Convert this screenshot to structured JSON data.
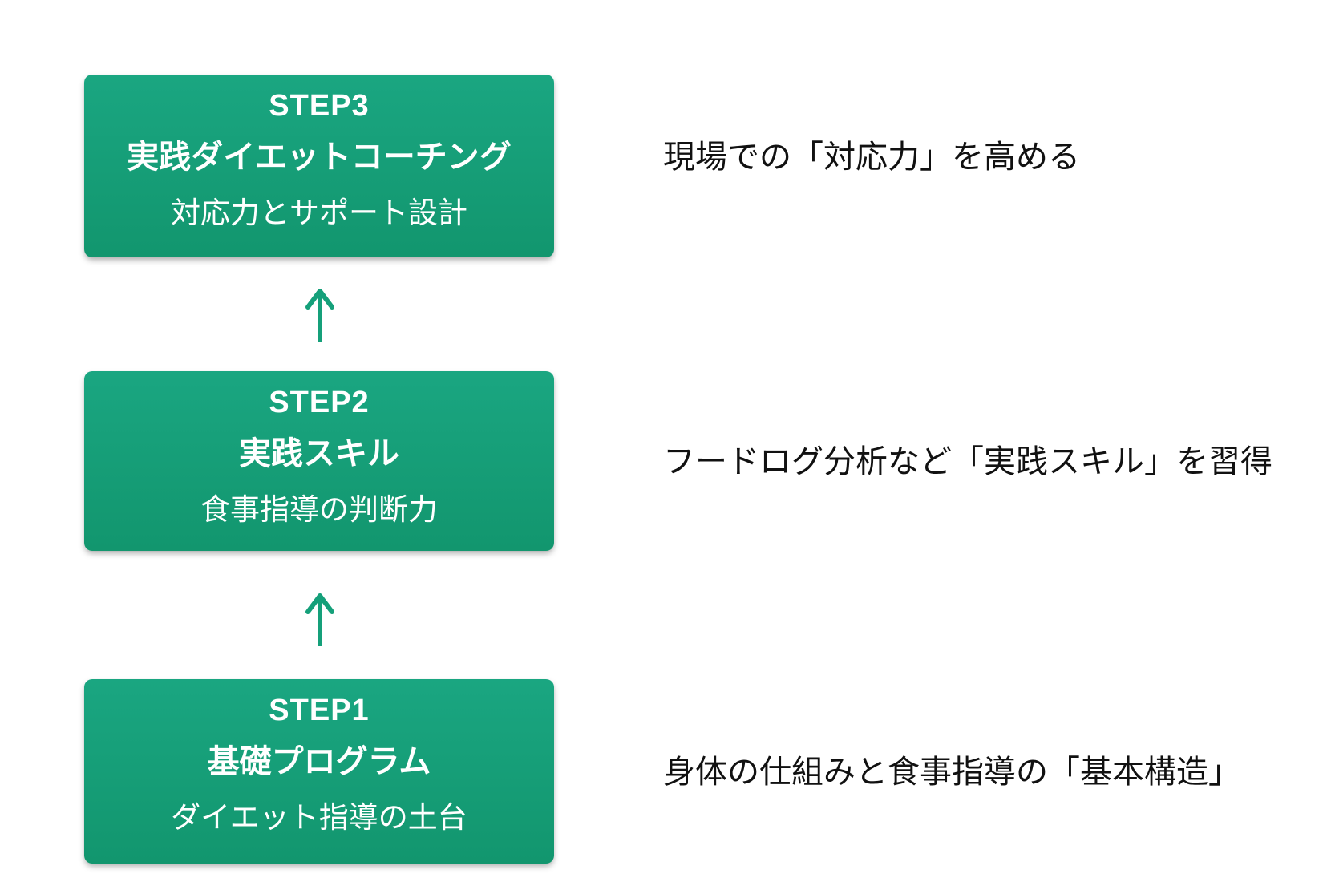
{
  "diagram_title": "",
  "steps": [
    {
      "title": "STEP1",
      "name": "基礎プログラム",
      "subtitle": "ダイエット指導の土台",
      "description": "身体の仕組みと食事指導の「基本構造」"
    },
    {
      "title": "STEP2",
      "name": "実践スキル",
      "subtitle": "食事指導の判断力",
      "description": "フードログ分析など「実践スキル」を習得"
    },
    {
      "title": "STEP3",
      "name": "実践ダイエットコーチング",
      "subtitle": "対応力とサポート設計",
      "description": "現場での「対応力」を高める"
    }
  ],
  "icons": [
    {
      "name": "up-arrow-icon",
      "meaning": "progression from lower step to upper step"
    }
  ],
  "colors": {
    "box_green_top": "#1aa681",
    "box_green_bottom": "#12966e",
    "arrow_green": "#15a07a",
    "label_text": "#111111",
    "box_text": "#ffffff",
    "background": "#ffffff"
  }
}
